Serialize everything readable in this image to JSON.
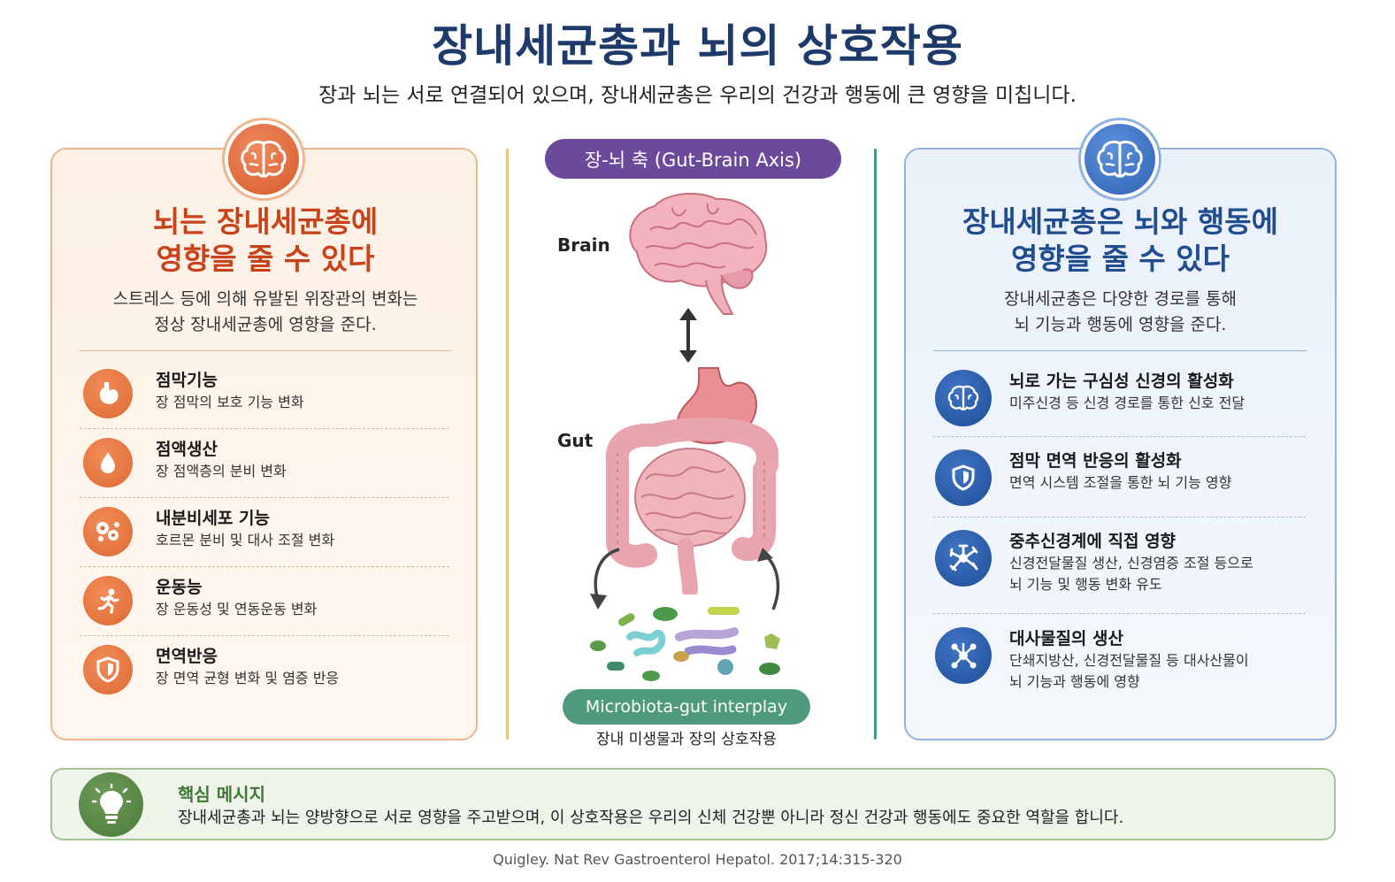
{
  "header": {
    "title": "장내세균총과 뇌의 상호작용",
    "subtitle": "장과 뇌는 서로 연결되어 있으며, 장내세균총은 우리의 건강과 행동에 큰 영향을 미칩니다."
  },
  "left_panel": {
    "heading_line1": "뇌는 장내세균총에",
    "heading_line2": "영향을 줄 수 있다",
    "desc_line1": "스트레스 등에 의해 유발된 위장관의 변화는",
    "desc_line2": "정상 장내세균총에 영향을 준다.",
    "accent": "#dd6a33",
    "items": [
      {
        "icon": "stomach-icon",
        "title": "점막기능",
        "desc": "장 점막의 보호 기능 변화"
      },
      {
        "icon": "droplet-icon",
        "title": "점액생산",
        "desc": "장 점액층의 분비 변화"
      },
      {
        "icon": "cells-icon",
        "title": "내분비세포 기능",
        "desc": "호르몬 분비 및 대사 조절 변화"
      },
      {
        "icon": "running-person-icon",
        "title": "운동능",
        "desc": "장 운동성 및 연동운동 변화"
      },
      {
        "icon": "shield-icon",
        "title": "면역반응",
        "desc": "장 면역 균형 변화 및 염증 반응"
      }
    ]
  },
  "center": {
    "axis_label": "장-뇌 축 (Gut-Brain Axis)",
    "brain_label": "Brain",
    "gut_label": "Gut",
    "interplay_label": "Microbiota-gut interplay",
    "interplay_sub": "장내 미생물과 장의 상호작용",
    "axis_color": "#6b4a9c",
    "interplay_color": "#4f9a7a"
  },
  "right_panel": {
    "heading_line1": "장내세균총은 뇌와 행동에",
    "heading_line2": "영향을 줄 수 있다",
    "desc_line1": "장내세균총은 다양한 경로를 통해",
    "desc_line2": "뇌 기능과 행동에 영향을 준다.",
    "accent": "#1e4e98",
    "items": [
      {
        "icon": "brain-icon",
        "title": "뇌로 가는 구심성 신경의 활성화",
        "desc1": "미주신경 등 신경 경로를 통한 신호 전달",
        "desc2": ""
      },
      {
        "icon": "shield-icon",
        "title": "점막 면역 반응의 활성화",
        "desc1": "면역 시스템 조절을 통한 뇌 기능 영향",
        "desc2": ""
      },
      {
        "icon": "neuron-icon",
        "title": "중추신경계에 직접 영향",
        "desc1": "신경전달물질 생산, 신경염증 조절 등으로",
        "desc2": "뇌 기능 및 행동 변화 유도"
      },
      {
        "icon": "molecule-icon",
        "title": "대사물질의 생산",
        "desc1": "단쇄지방산, 신경전달물질 등 대사산물이",
        "desc2": "뇌 기능과 행동에 영향"
      }
    ]
  },
  "key_message": {
    "icon": "lightbulb-icon",
    "title": "핵심 메시지",
    "text": "장내세균총과 뇌는 양방향으로 서로 영향을 주고받으며, 이 상호작용은 우리의 신체 건강뿐 아니라 정신 건강과 행동에도 중요한 역할을 합니다."
  },
  "citation": "Quigley. Nat Rev Gastroenterol Hepatol. 2017;14:315-320"
}
